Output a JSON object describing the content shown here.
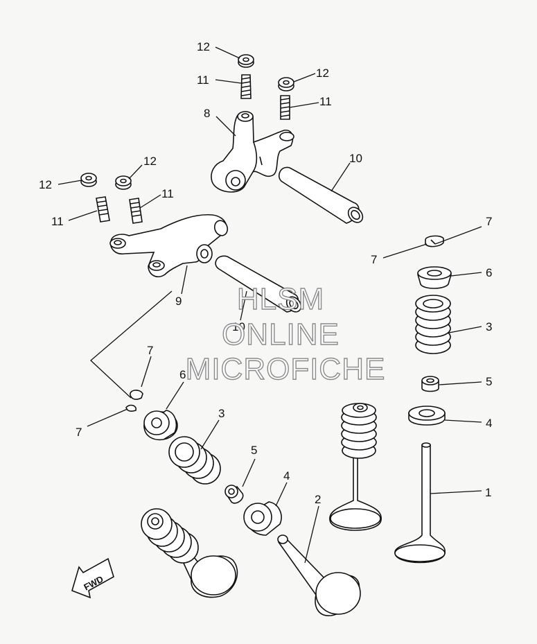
{
  "watermark": {
    "line1": "HLSM",
    "line2": "ONLINE",
    "line3": "MICROFICHE"
  },
  "fwd_label": "FWD",
  "callouts": {
    "c12a": "12",
    "c11a": "11",
    "c12b": "12",
    "c11b": "11",
    "c8": "8",
    "c10a": "10",
    "c12c": "12",
    "c12d": "12",
    "c11c": "11",
    "c11d": "11",
    "c9": "9",
    "c10b": "10",
    "c7a": "7",
    "c7b": "7",
    "c6a": "6",
    "c3a": "3",
    "c5a": "5",
    "c4a": "4",
    "c1": "1",
    "c7c": "7",
    "c7d": "7",
    "c6b": "6",
    "c3b": "3",
    "c5b": "5",
    "c4b": "4",
    "c2": "2"
  }
}
